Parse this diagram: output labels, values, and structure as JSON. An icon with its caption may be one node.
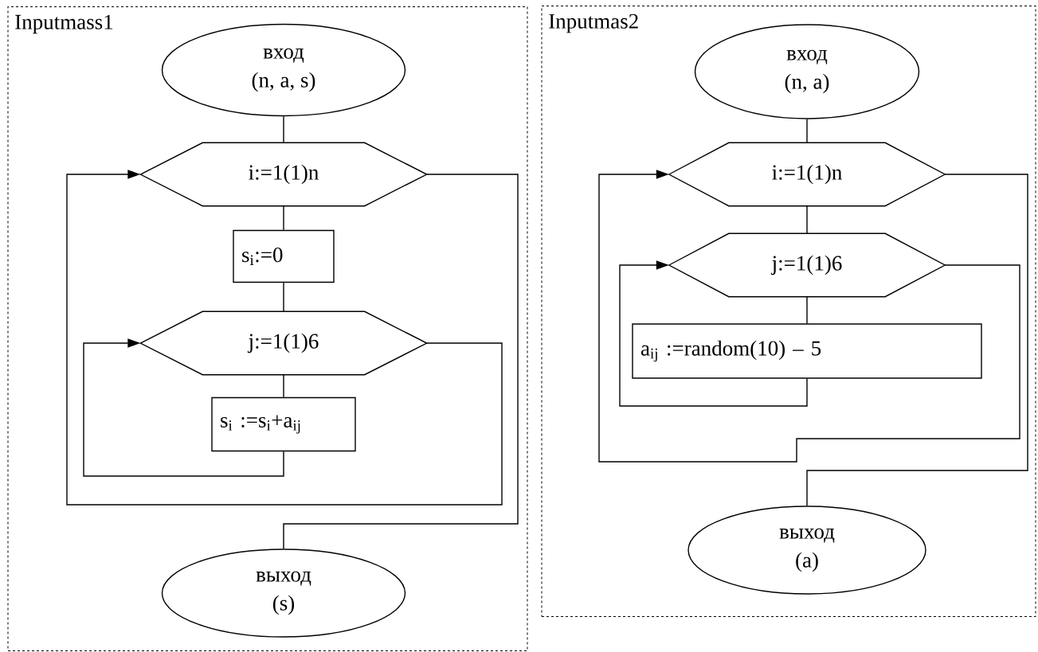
{
  "diagram": {
    "nodes": [
      {
        "text": [
          "Inputmass1"
        ]
      },
      {
        "text": [
          "вход",
          "(n, a, s)"
        ],
        "in": 0
      },
      {
        "text": [
          "i:=1(1)n"
        ],
        "in": 0
      },
      {
        "text": [
          "s$_{i}$:=0"
        ],
        "in": 0
      },
      {
        "text": [
          "j:=1(1)6"
        ],
        "in": 0
      },
      {
        "text": [
          "s$_{i}$ :=s$_{i}$+a$_{ij}$"
        ],
        "in": 0
      },
      {
        "text": [
          "выход",
          "(s)"
        ],
        "in": 0
      },
      {
        "text": [
          "Inputmas2"
        ]
      },
      {
        "text": [
          "вход",
          "(n, a)"
        ],
        "in": 7
      },
      {
        "text": [
          "i:=1(1)n"
        ],
        "in": 7
      },
      {
        "text": [
          "j:=1(1)6"
        ],
        "in": 7
      },
      {
        "text": [
          "a$_{ij}$ :=random(10) – 5"
        ],
        "in": 7
      },
      {
        "text": [
          "выход",
          "(a)"
        ],
        "in": 7
      }
    ],
    "edges": [
      {
        "from": 1,
        "to": 2,
        "arrow": "none"
      },
      {
        "from": 2,
        "to": 3,
        "arrow": "none"
      },
      {
        "from": 3,
        "to": 4,
        "arrow": "none"
      },
      {
        "from": 4,
        "to": 5,
        "arrow": "none"
      },
      {
        "from": 5,
        "to": 4,
        "arrow": "to"
      },
      {
        "from": 4,
        "to": 2,
        "arrow": "to"
      },
      {
        "from": 2,
        "to": 6,
        "arrow": "none"
      },
      {
        "from": 8,
        "to": 9,
        "arrow": "none"
      },
      {
        "from": 9,
        "to": 10,
        "arrow": "none"
      },
      {
        "from": 10,
        "to": 11,
        "arrow": "none"
      },
      {
        "from": 11,
        "to": 10,
        "arrow": "to"
      },
      {
        "from": 10,
        "to": 9,
        "arrow": "to"
      },
      {
        "from": 9,
        "to": 12,
        "arrow": "none"
      }
    ]
  }
}
